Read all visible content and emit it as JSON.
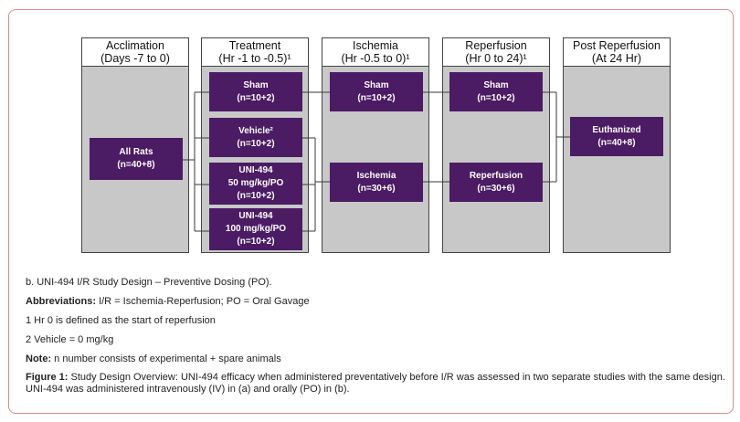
{
  "columns": [
    {
      "title": "Acclimation",
      "sub": "(Days -7 to 0)"
    },
    {
      "title": "Treatment",
      "sub": "(Hr -1 to -0.5)¹"
    },
    {
      "title": "Ischemia",
      "sub": "(Hr -0.5 to 0)¹"
    },
    {
      "title": "Reperfusion",
      "sub": "(Hr 0 to 24)¹"
    },
    {
      "title": "Post Reperfusion",
      "sub": "(At 24 Hr)"
    }
  ],
  "boxes": {
    "all_rats": [
      "All Rats",
      "(n=40+8)"
    ],
    "sham_treatment": [
      "Sham",
      "(n=10+2)"
    ],
    "vehicle": [
      "Vehicle²",
      "(n=10+2)"
    ],
    "uni50": [
      "UNI-494",
      "50 mg/kg/PO",
      "(n=10+2)"
    ],
    "uni100": [
      "UNI-494",
      "100 mg/kg/PO",
      "(n=10+2)"
    ],
    "sham_ischemia": [
      "Sham",
      "(n=10+2)"
    ],
    "ischemia": [
      "Ischemia",
      "(n=30+6)"
    ],
    "sham_reperfusion": [
      "Sham",
      "(n=10+2)"
    ],
    "reperfusion": [
      "Reperfusion",
      "(n=30+6)"
    ],
    "euthanized": [
      "Euthanized",
      "(n=40+8)"
    ]
  },
  "notes": {
    "design": "b. UNI-494 I/R Study Design – Preventive Dosing (PO).",
    "abbr_label": "Abbreviations:",
    "abbr_text": " I/R = Ischemia-Reperfusion; PO = Oral Gavage",
    "fn1": "1 Hr 0 is defined as the start of reperfusion",
    "fn2": "2 Vehicle = 0 mg/kg",
    "note_label": "Note:",
    "note_text": " n number consists of experimental + spare animals"
  },
  "caption": {
    "label": "Figure 1:",
    "text": " Study Design Overview: UNI-494 efficacy when administered preventatively before I/R was assessed in two separate studies with the same design. UNI-494 was administered intravenously (IV) in (a) and orally (PO) in (b)."
  },
  "colors": {
    "box": "#4b1b63",
    "column_fill": "#c8c8c8",
    "frame_border": "#d98b8b"
  }
}
